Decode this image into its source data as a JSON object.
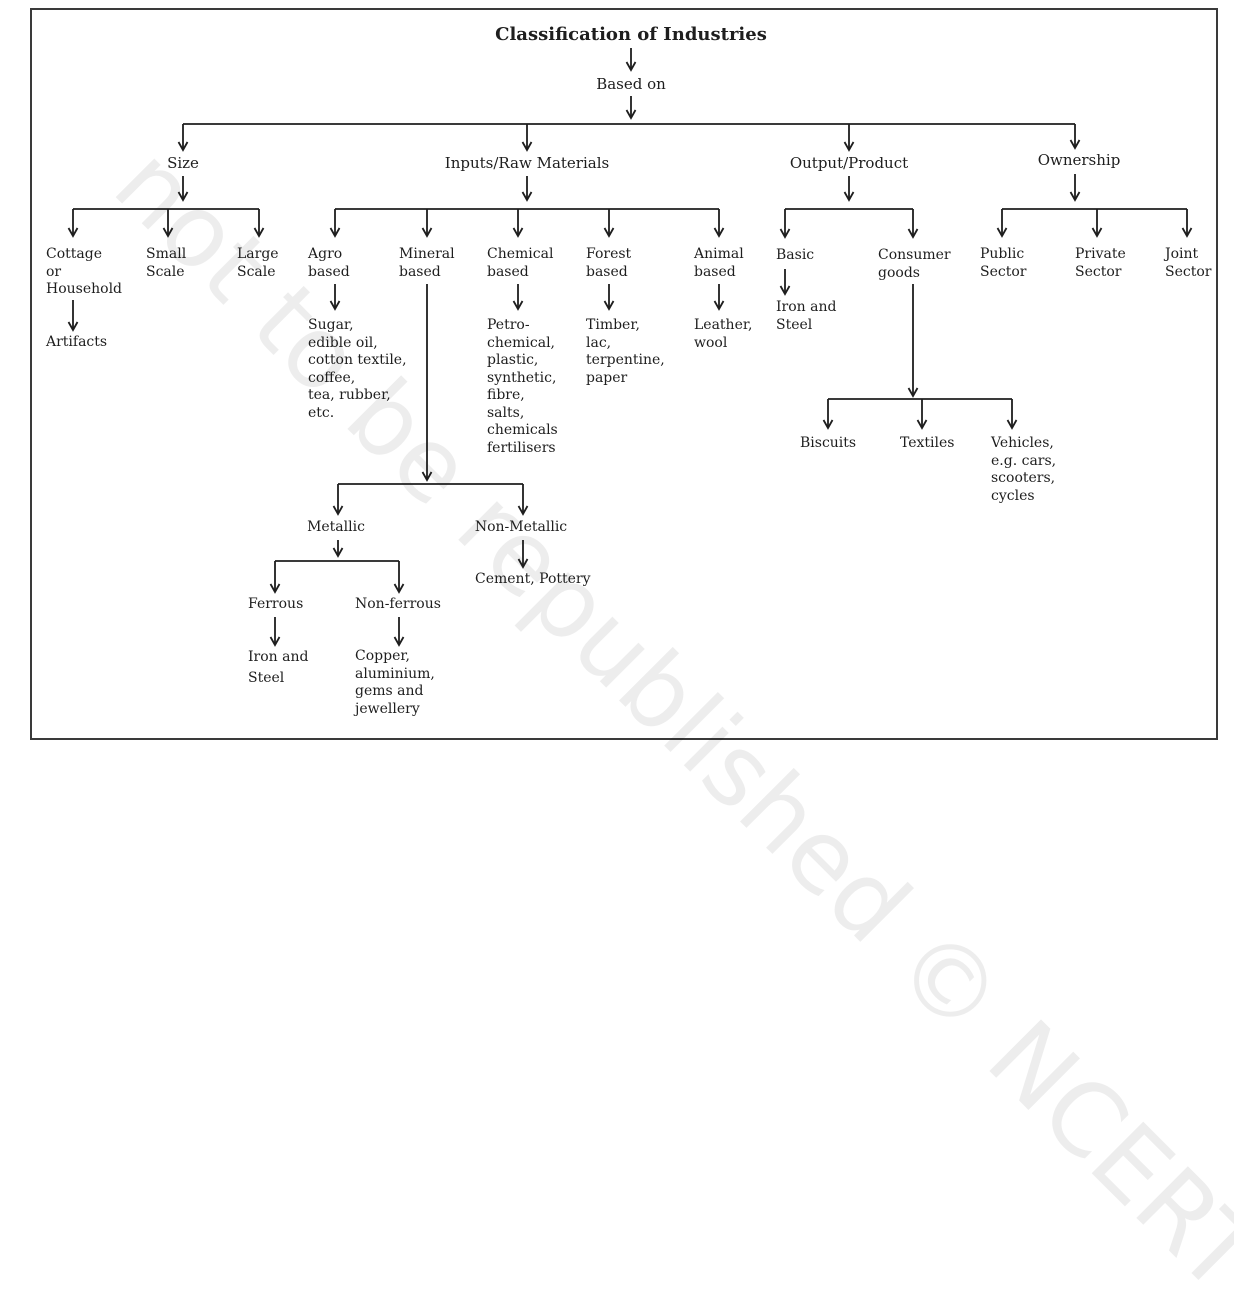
{
  "title": "Classification of Industries",
  "based_on": "Based on",
  "categories": {
    "size": "Size",
    "inputs": "Inputs/Raw Materials",
    "output": "Output/Product",
    "ownership": "Ownership"
  },
  "size_types": {
    "cottage": "Cottage\nor\nHousehold",
    "small": "Small\nScale",
    "large": "Large\nScale",
    "artifacts": "Artifacts"
  },
  "input_types": {
    "agro": "Agro\nbased",
    "mineral": "Mineral\nbased",
    "chemical": "Chemical\nbased",
    "forest": "Forest\nbased",
    "animal": "Animal\nbased",
    "agro_products": "Sugar,\nedible oil,\ncotton textile,\ncoffee,\ntea, rubber,\netc.",
    "chemical_products": "Petro-\nchemical,\nplastic,\nsynthetic,\nfibre,\nsalts,\nchemicals\nfertilisers",
    "forest_products": "Timber,\nlac,\nterpentine,\npaper",
    "animal_products": "Leather,\nwool"
  },
  "mineral_types": {
    "metallic": "Metallic",
    "non_metallic": "Non-Metallic",
    "non_metallic_products": "Cement, Pottery",
    "ferrous": "Ferrous",
    "non_ferrous": "Non-ferrous",
    "ferrous_products": "Iron and\nSteel",
    "non_ferrous_products": "Copper,\naluminium,\ngems and\njewellery"
  },
  "output_types": {
    "basic": "Basic",
    "basic_products": "Iron and\nSteel",
    "consumer": "Consumer\ngoods",
    "biscuits": "Biscuits",
    "textiles": "Textiles",
    "vehicles": "Vehicles,\ne.g. cars,\nscooters,\ncycles"
  },
  "ownership_types": {
    "public": "Public\nSector",
    "private": "Private\nSector",
    "joint": "Joint\nSector"
  },
  "watermark": "not to be republished © NCERT",
  "colors": {
    "line": "#1e1e1e",
    "text": "#1e1e1e",
    "frame": "#3a3a3a",
    "watermark": "rgba(0,0,0,0.07)"
  }
}
